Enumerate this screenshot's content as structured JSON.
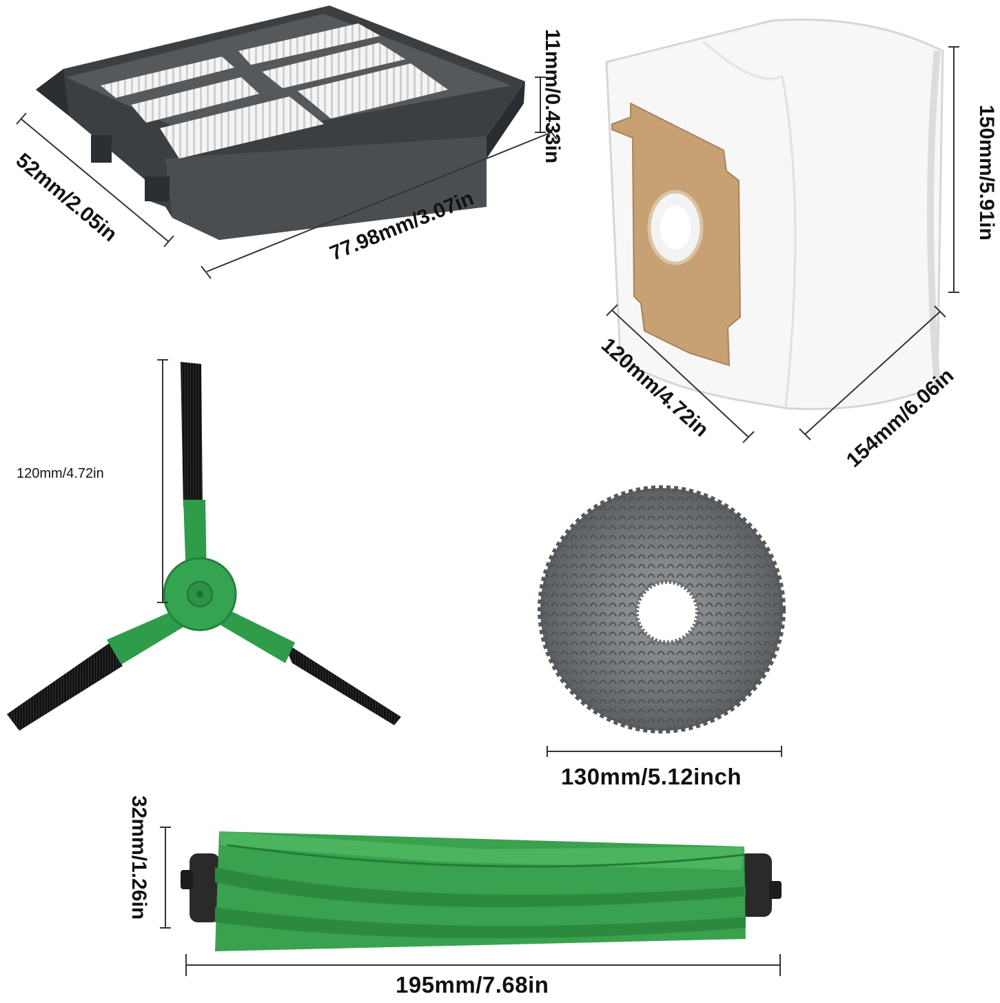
{
  "products": {
    "hepa_filter": {
      "width_label": "77.98mm/3.07in",
      "depth_label": "52mm/2.05in",
      "height_label": "11mm/0.433in"
    },
    "dust_bag": {
      "height_label": "150mm/5.91in",
      "depth_label": "120mm/4.72in",
      "width_label": "154mm/6.06in"
    },
    "side_brush": {
      "length_label": "120mm/4.72in"
    },
    "mop_pad": {
      "diameter_label": "130mm/5.12inch"
    },
    "main_roller_brush": {
      "diameter_label": "32mm/1.26in",
      "length_label": "195mm/7.68in"
    }
  },
  "colors": {
    "filter_frame": "#3b3f42",
    "filter_media": "#f2f2f2",
    "bag": "#f7f7f7",
    "cardboard": "#c7a074",
    "brush_green": "#2f9c4a",
    "bristle": "#151515",
    "mop_gray": "#6f7274",
    "roller_green": "#3aa14e",
    "dimension_line": "#333333"
  }
}
